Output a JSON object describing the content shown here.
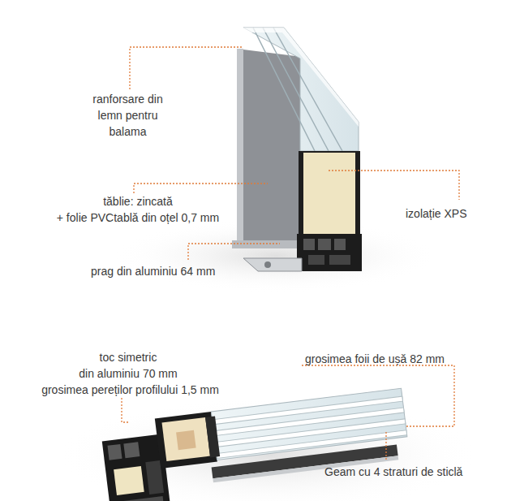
{
  "diagram": {
    "labels": [
      "ranforsare din lemn pentru balama",
      "tăblie: zincată",
      "+ folie PVCtablă din oțel 0,7 mm",
      "izolație XPS",
      "prag din aluminiu 64 mm",
      "toc simetric",
      "din aluminiu 70 mm",
      "grosimea pereților profilului 1,5 mm",
      "grosimea foii de ușă 82 mm",
      "Geam cu 4 straturi de sticlă"
    ]
  }
}
